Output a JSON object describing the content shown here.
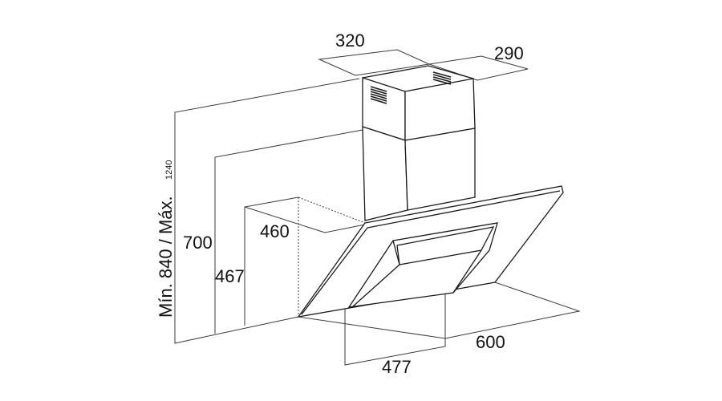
{
  "dimensions": {
    "chimney_width": "320",
    "chimney_depth": "290",
    "height_range": "Mín. 840 / Máx.",
    "height_max_value": "1240",
    "canopy_height": "700",
    "glass_height": "467",
    "depth": "460",
    "hood_width": "600",
    "inner_width": "477"
  },
  "colors": {
    "line": "#1a1a1a",
    "dimension_line": "#3a3a3a",
    "background": "#ffffff"
  }
}
